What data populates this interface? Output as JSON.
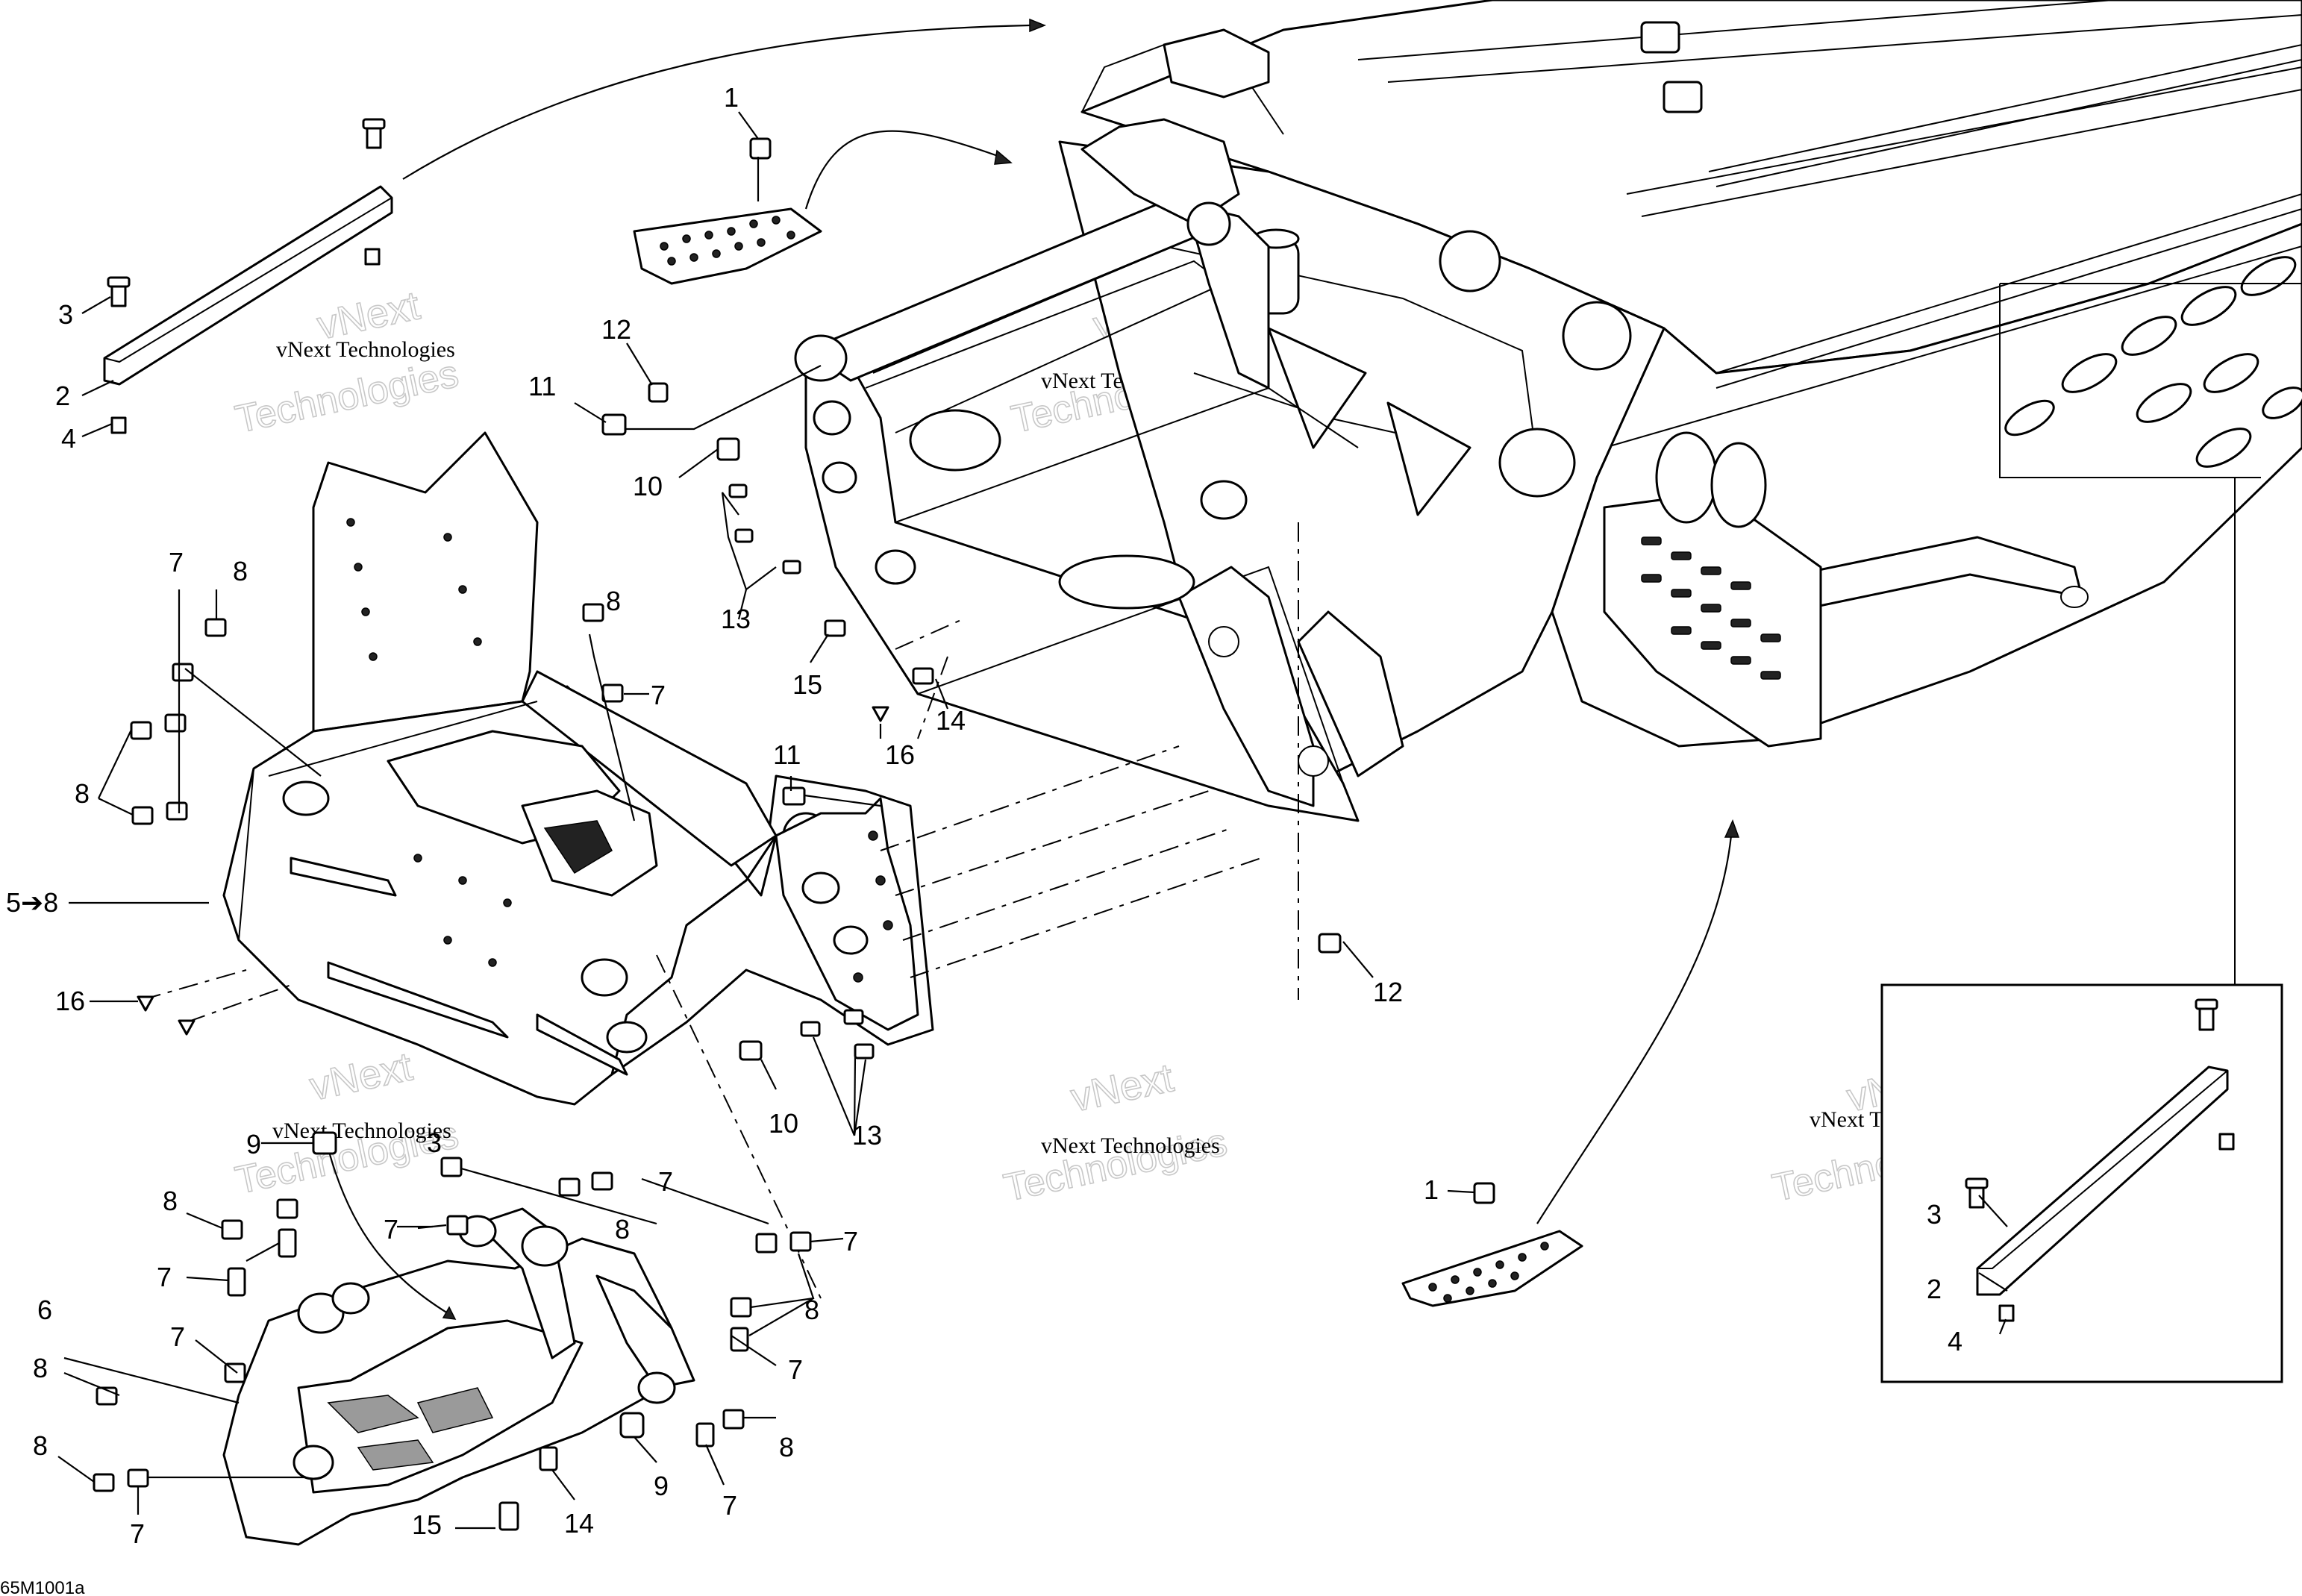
{
  "diagram": {
    "drawing_code": "65M1001a",
    "watermark": {
      "line1": "vNext Technologies",
      "line2": "vNext",
      "line3": "Technologies"
    },
    "callouts": {
      "c1_top": "1",
      "c1_bottom": "1",
      "c2_left": "2",
      "c2_inset": "2",
      "c3_left": "3",
      "c3_inset": "3",
      "c3_bottom": "3",
      "c4_left": "4",
      "c4_inset": "4",
      "c5_range": "5➔8",
      "c6": "6",
      "c7": [
        "7",
        "7",
        "7",
        "7",
        "7",
        "7",
        "7",
        "7",
        "7",
        "7"
      ],
      "c8": [
        "8",
        "8",
        "8",
        "8",
        "8",
        "8",
        "8",
        "8",
        "8"
      ],
      "c9_left": "9",
      "c9_bottom": "9",
      "c10_top": "10",
      "c10_mid": "10",
      "c11_top": "11",
      "c11_mid": "11",
      "c12_top": "12",
      "c12_right": "12",
      "c13_top": "13",
      "c13_mid": "13",
      "c14_top": "14",
      "c14_bottom": "14",
      "c15_top": "15",
      "c15_bottom": "15",
      "c16_top": "16",
      "c16_left": "16"
    }
  }
}
